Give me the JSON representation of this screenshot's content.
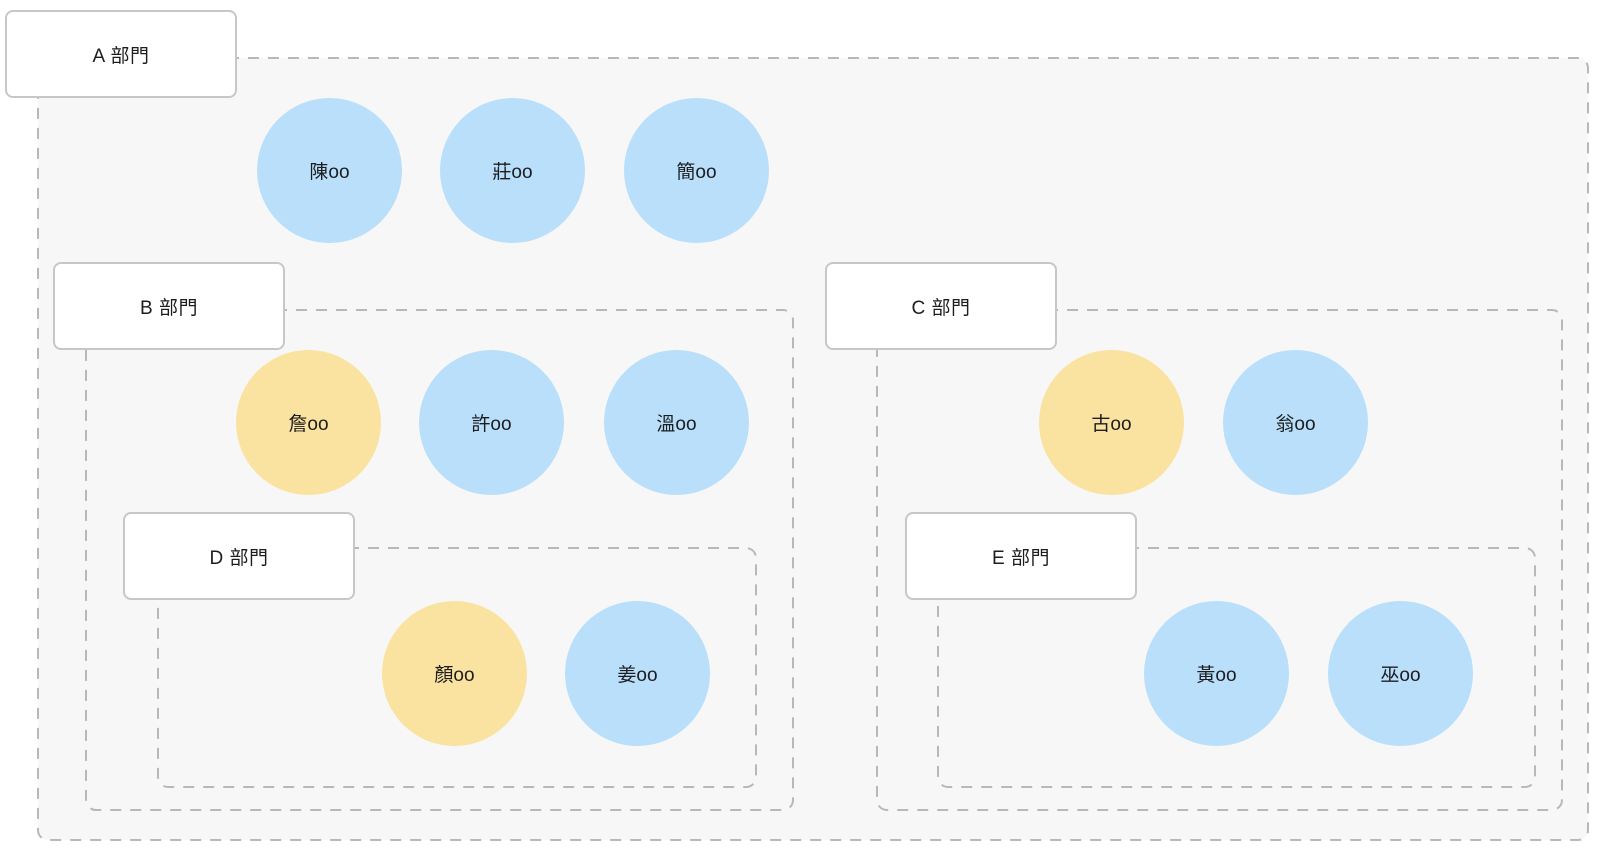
{
  "diagram": {
    "type": "nested-group-diagram",
    "description_visible_text_only": true
  },
  "colors": {
    "member_blue": "#B9DFFB",
    "member_yellow": "#FAE3A0",
    "group_fill": "#F7F7F7",
    "group_border": "#B8B8B8",
    "label_box_border": "#C7C7C7",
    "label_text": "#1D1D1F"
  },
  "departments": [
    {
      "id": "A",
      "label": "A 部門",
      "parent": null
    },
    {
      "id": "B",
      "label": "B 部門",
      "parent": "A"
    },
    {
      "id": "C",
      "label": "C 部門",
      "parent": "A"
    },
    {
      "id": "D",
      "label": "D 部門",
      "parent": "B"
    },
    {
      "id": "E",
      "label": "E 部門",
      "parent": "C"
    }
  ],
  "members": [
    {
      "name": "陳oo",
      "department": "A",
      "color": "blue"
    },
    {
      "name": "莊oo",
      "department": "A",
      "color": "blue"
    },
    {
      "name": "簡oo",
      "department": "A",
      "color": "blue"
    },
    {
      "name": "詹oo",
      "department": "B",
      "color": "yellow"
    },
    {
      "name": "許oo",
      "department": "B",
      "color": "blue"
    },
    {
      "name": "溫oo",
      "department": "B",
      "color": "blue"
    },
    {
      "name": "顏oo",
      "department": "D",
      "color": "yellow"
    },
    {
      "name": "姜oo",
      "department": "D",
      "color": "blue"
    },
    {
      "name": "古oo",
      "department": "C",
      "color": "yellow"
    },
    {
      "name": "翁oo",
      "department": "C",
      "color": "blue"
    },
    {
      "name": "黃oo",
      "department": "E",
      "color": "blue"
    },
    {
      "name": "巫oo",
      "department": "E",
      "color": "blue"
    }
  ]
}
